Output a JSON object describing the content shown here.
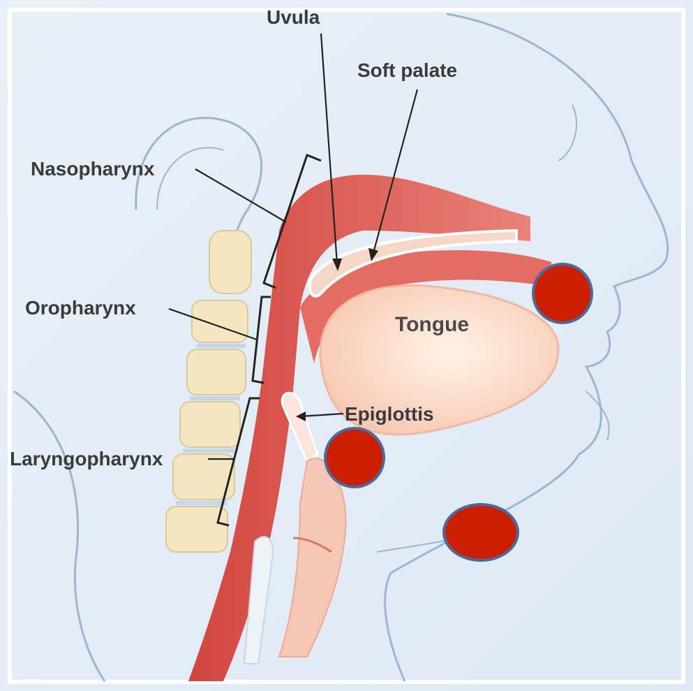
{
  "labels": {
    "uvula": "Uvula",
    "soft_palate": "Soft palate",
    "nasopharynx": "Nasopharynx",
    "oropharynx": "Oropharynx",
    "tongue": "Tongue",
    "epiglottis": "Epiglottis",
    "laryngopharynx": "Laryngopharynx"
  },
  "markers": [
    {
      "name": "marker-dot-cheek"
    },
    {
      "name": "marker-dot-throat"
    },
    {
      "name": "marker-dot-jaw"
    }
  ],
  "colors": {
    "marker_fill": "#cc1f00",
    "marker_stroke": "#4a6a9a",
    "airway": "#d9534f",
    "skin_line": "#8fb0d0",
    "vertebra": "#f4e6c0"
  }
}
